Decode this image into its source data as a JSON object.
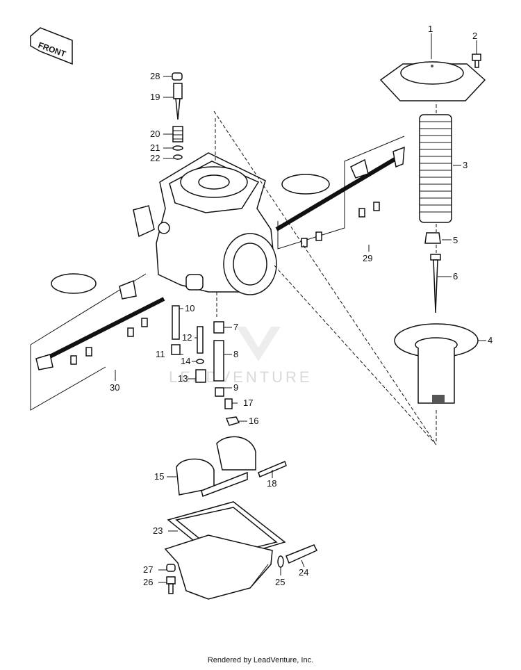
{
  "front_badge": "FRONT",
  "watermark": "LEADVENTURE",
  "footer": "Rendered by LeadVenture, Inc.",
  "callouts": [
    "1",
    "2",
    "3",
    "4",
    "5",
    "6",
    "7",
    "8",
    "9",
    "10",
    "11",
    "12",
    "13",
    "14",
    "15",
    "16",
    "17",
    "18",
    "19",
    "20",
    "21",
    "22",
    "23",
    "24",
    "25",
    "26",
    "27",
    "28",
    "29",
    "30"
  ]
}
